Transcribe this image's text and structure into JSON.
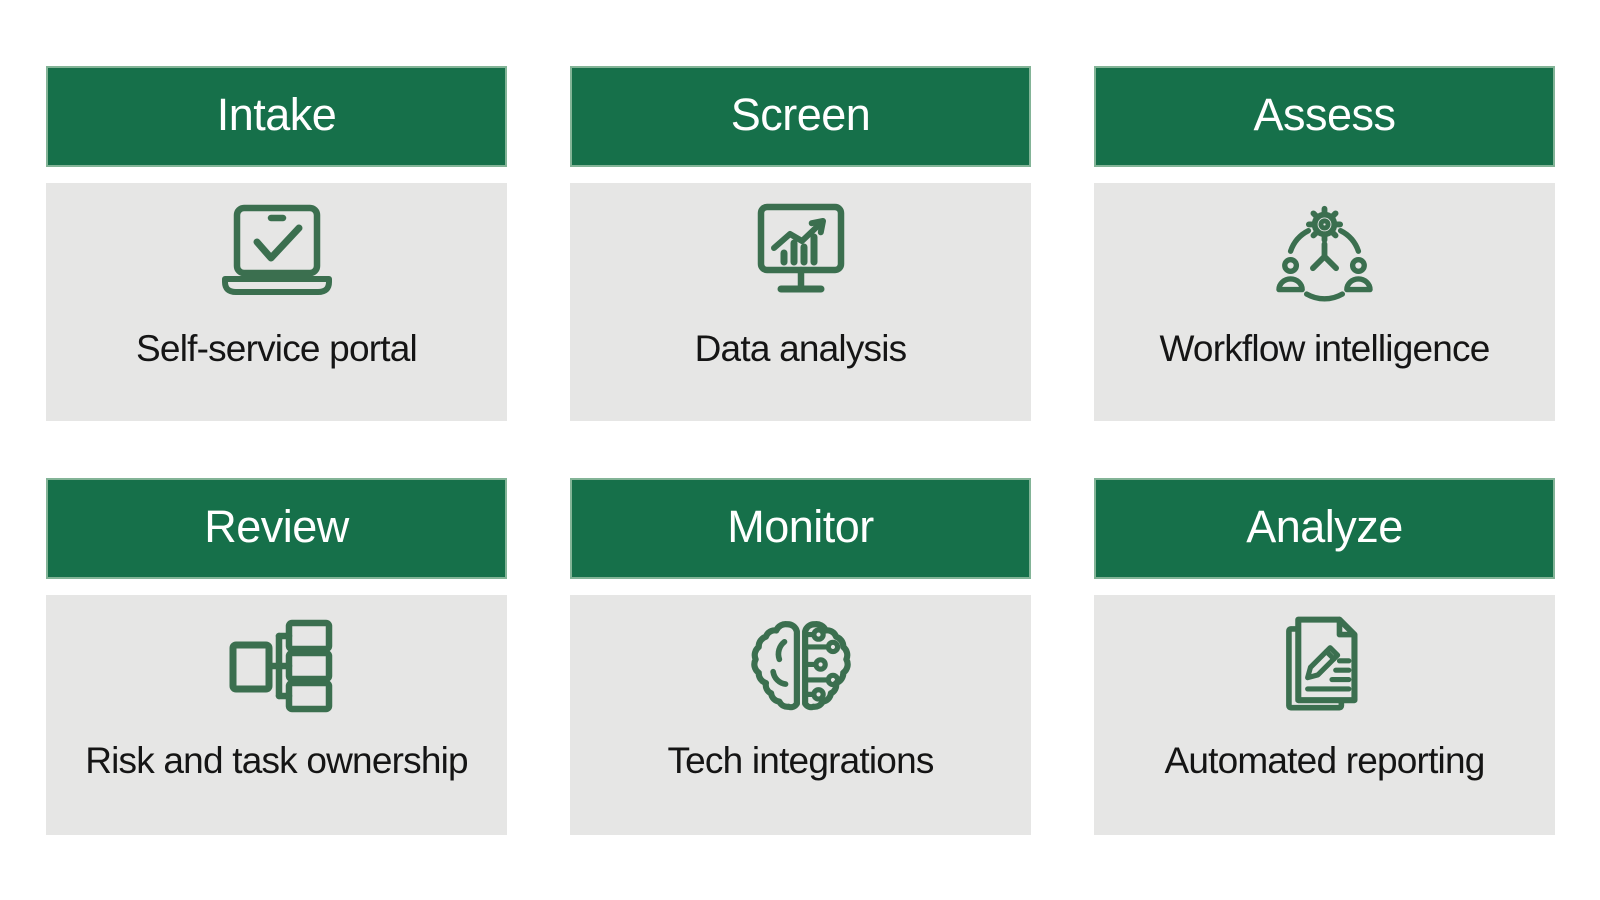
{
  "page": {
    "background": "#ffffff",
    "type": "six-stage process infographic"
  },
  "colors": {
    "header_green": "#16704A",
    "header_border_light_green": "#96BFA5",
    "icon_stroke_green": "#3B6F4F",
    "body_gray": "#E6E6E5",
    "header_text": "#FFFFFF",
    "label_text": "#151515"
  },
  "panels": [
    {
      "id": "intake",
      "title": "Intake",
      "label": "Self-service portal",
      "icon": "laptop-check-icon"
    },
    {
      "id": "screen",
      "title": "Screen",
      "label": "Data analysis",
      "icon": "monitor-chart-icon"
    },
    {
      "id": "assess",
      "title": "Assess",
      "label": "Workflow intelligence",
      "icon": "workflow-gear-people-icon"
    },
    {
      "id": "review",
      "title": "Review",
      "label": "Risk and task ownership",
      "icon": "org-hierarchy-icon"
    },
    {
      "id": "monitor",
      "title": "Monitor",
      "label": "Tech integrations",
      "icon": "brain-circuit-icon"
    },
    {
      "id": "analyze",
      "title": "Analyze",
      "label": "Automated reporting",
      "icon": "documents-pencil-icon"
    }
  ]
}
